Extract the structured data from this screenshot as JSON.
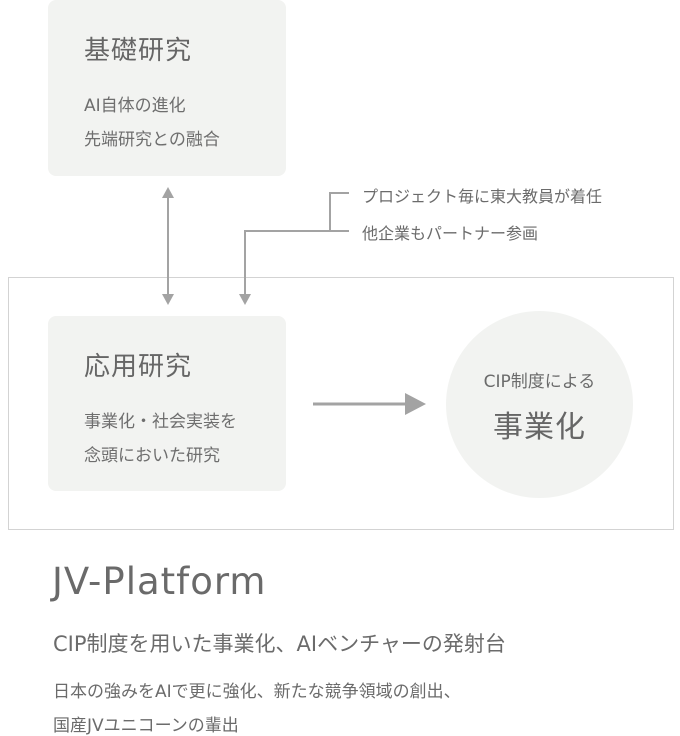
{
  "basic_research": {
    "title": "基礎研究",
    "lines": [
      "AI自体の進化",
      "先端研究との融合"
    ]
  },
  "applied_research": {
    "title": "応用研究",
    "lines": [
      "事業化・社会実装を",
      "念頭においた研究"
    ]
  },
  "notes": [
    "プロジェクト毎に東大教員が着任",
    "他企業もパートナー参画"
  ],
  "outcome": {
    "sub": "CIP制度による",
    "main": "事業化"
  },
  "platform": {
    "title": "JV-Platform",
    "subtitle": "CIP制度を用いた事業化、AIベンチャーの発射台",
    "desc": [
      "日本の強みをAIで更に強化、新たな競争領域の創出、",
      "国産JVユニコーンの輩出"
    ]
  },
  "colors": {
    "card_bg": "#f2f3f1",
    "arrow": "#a3a3a3",
    "frame_border": "#d3d3d3",
    "text": "#6b6b6b"
  }
}
